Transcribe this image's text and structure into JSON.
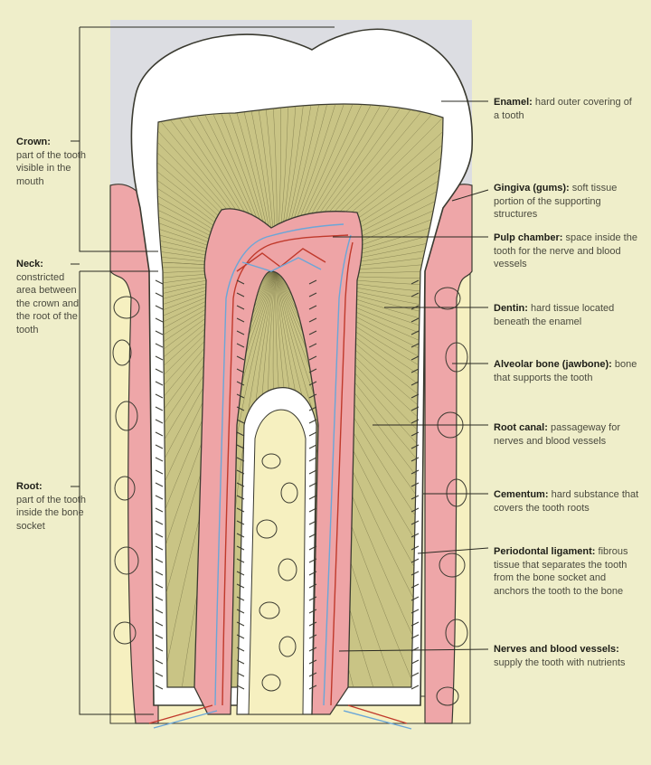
{
  "labels_left": [
    {
      "id": "crown",
      "term": "Crown:",
      "desc": "part of the tooth visible in the mouth"
    },
    {
      "id": "neck",
      "term": "Neck:",
      "desc": "constricted area between the crown and the root of the tooth"
    },
    {
      "id": "root",
      "term": "Root:",
      "desc": "part of the tooth inside the bone socket"
    }
  ],
  "labels_right": [
    {
      "id": "enamel",
      "term": "Enamel:",
      "desc": "hard outer covering of a tooth"
    },
    {
      "id": "gingiva",
      "term": "Gingiva (gums):",
      "desc": "soft tissue portion of the supporting structures"
    },
    {
      "id": "pulp",
      "term": "Pulp chamber:",
      "desc": "space inside the tooth for the nerve and blood vessels"
    },
    {
      "id": "dentin",
      "term": "Dentin:",
      "desc": "hard tissue located beneath the enamel"
    },
    {
      "id": "alveolar",
      "term": "Alveolar bone (jawbone):",
      "desc": "bone that supports the tooth"
    },
    {
      "id": "canal",
      "term": "Root canal:",
      "desc": "passageway for nerves and blood vessels"
    },
    {
      "id": "cementum",
      "term": "Cementum:",
      "desc": "hard substance that covers the tooth roots"
    },
    {
      "id": "ligament",
      "term": "Periodontal ligament:",
      "desc": "fibrous tissue that separates the tooth from the bone socket and anchors the tooth to the bone"
    },
    {
      "id": "nerves",
      "term": "Nerves and blood vessels:",
      "desc": "supply the tooth with nutrients"
    }
  ],
  "colors": {
    "background": "#efeeca",
    "sky": "#dcdde2",
    "enamel": "#ffffff",
    "dentin": "#c9c485",
    "dentin_line": "#6e6a3e",
    "pulp": "#eea4a6",
    "gum": "#eea6a8",
    "bone": "#f6f0c0",
    "nerve_blue": "#6aa6d8",
    "nerve_red": "#c0392b",
    "outline": "#3a3a30"
  }
}
